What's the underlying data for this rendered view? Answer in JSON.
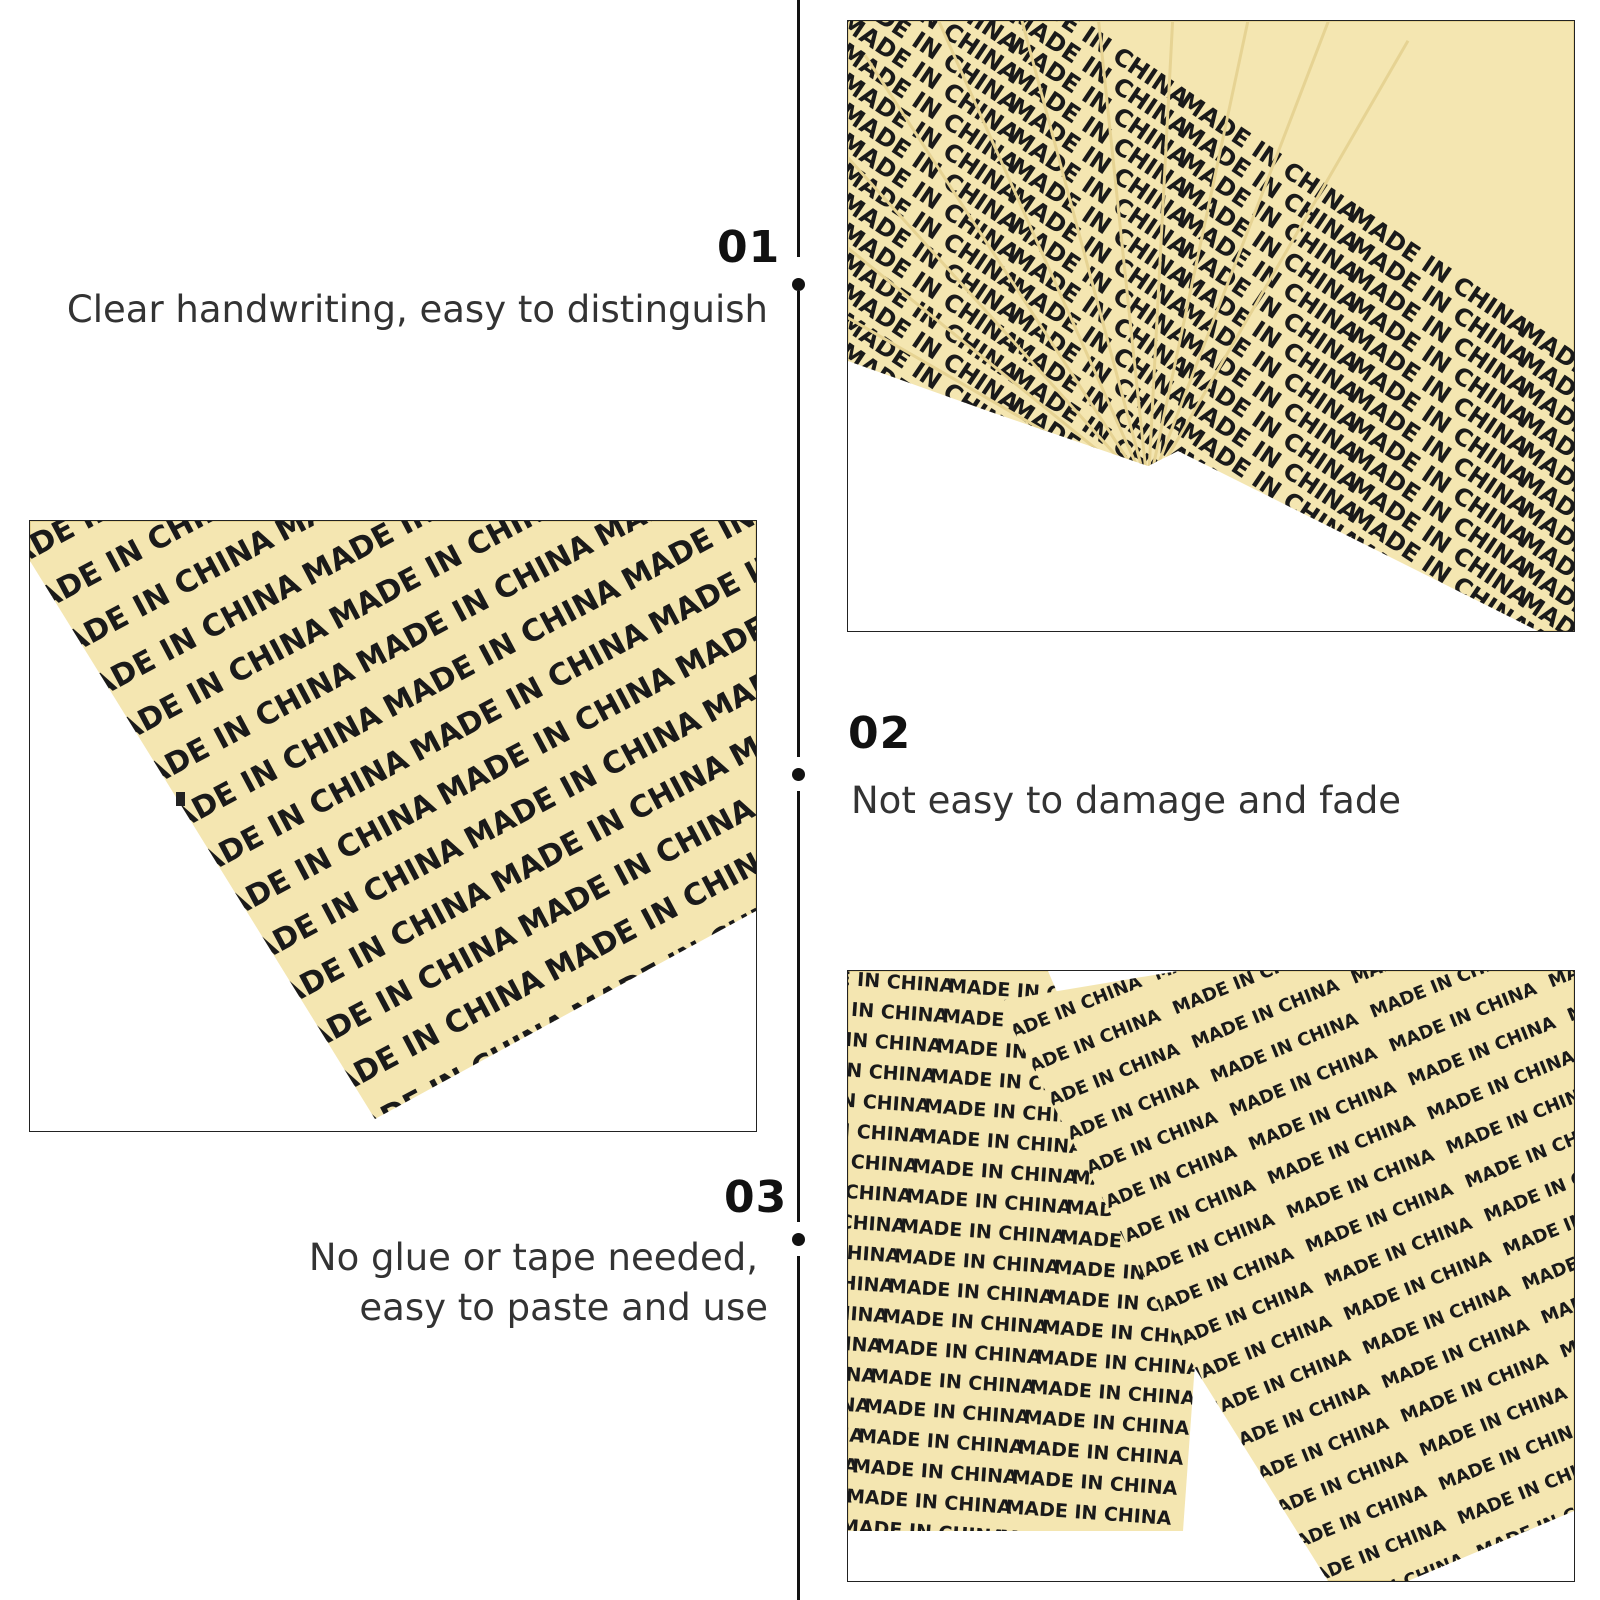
{
  "features": [
    {
      "number": "01",
      "lines": [
        "Clear handwriting, easy to distinguish"
      ]
    },
    {
      "number": "02",
      "lines": [
        "Not easy to damage and fade"
      ]
    },
    {
      "number": "03",
      "lines": [
        "No glue or tape needed,",
        "easy to paste and use"
      ]
    }
  ],
  "sticker_label": "MADE IN CHINA",
  "colors": {
    "sticker": "#f4e6b1",
    "sticker_edge": "#e6d393",
    "ink": "#1a1a1a",
    "line": "#111111"
  }
}
